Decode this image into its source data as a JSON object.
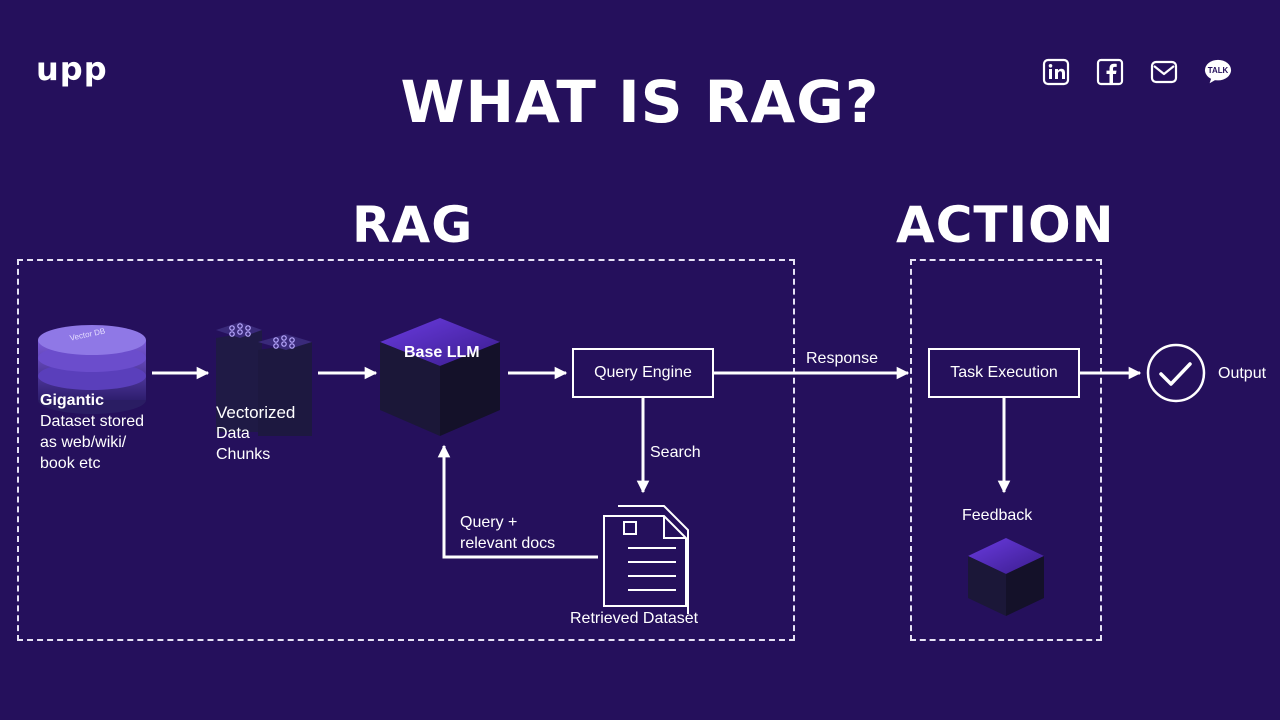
{
  "brand": {
    "logo": "upp"
  },
  "page": {
    "title": "WHAT IS RAG?"
  },
  "socials": [
    {
      "icon": "linkedin-icon"
    },
    {
      "icon": "facebook-icon"
    },
    {
      "icon": "mail-icon"
    },
    {
      "icon": "kakaotalk-icon",
      "label": "TALK"
    }
  ],
  "sections": {
    "rag": "RAG",
    "action": "ACTION"
  },
  "nodes": {
    "vector_db_label": "Vector DB",
    "dataset_title": "Gigantic",
    "dataset_desc_1": "Dataset stored",
    "dataset_desc_2": "as web/wiki/",
    "dataset_desc_3": "book etc",
    "chunks_1": "Vectorized",
    "chunks_2": "Data",
    "chunks_3": "Chunks",
    "base_llm": "Base LLM",
    "query_engine": "Query Engine",
    "search": "Search",
    "retrieved": "Retrieved Dataset",
    "query_docs_1": "Query +",
    "query_docs_2": "relevant docs",
    "response": "Response",
    "task_execution": "Task Execution",
    "feedback": "Feedback",
    "output": "Output"
  },
  "colors": {
    "background": "#25105c",
    "cube_top": "#5b2fc9",
    "cube_side": "#191636",
    "foreground": "#ffffff"
  }
}
